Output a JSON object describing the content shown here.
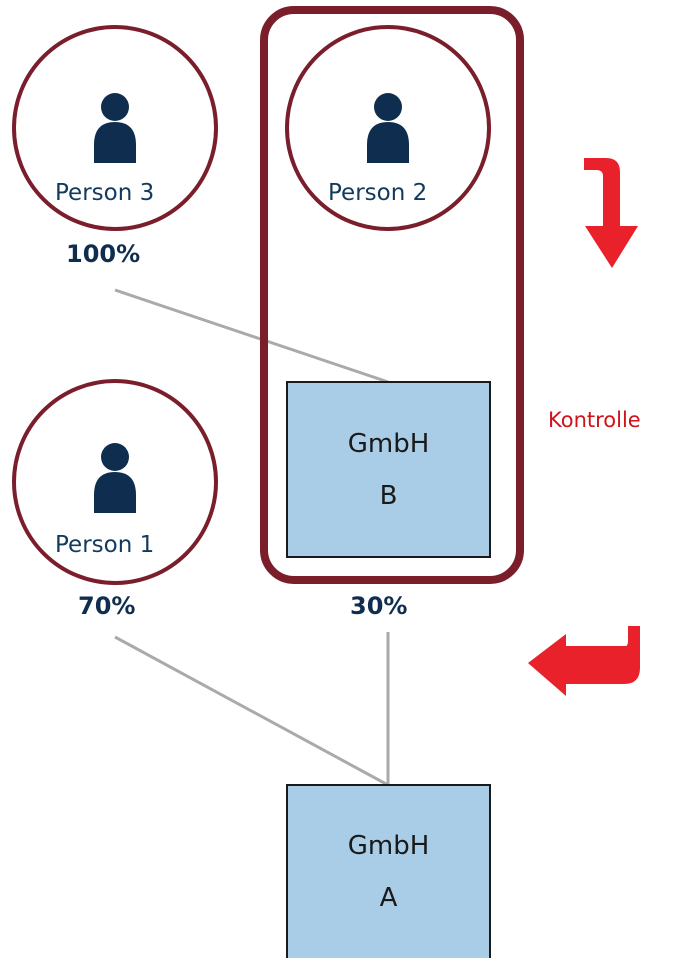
{
  "colors": {
    "circle_stroke": "#7a1e2b",
    "control_frame": "#7a1e2b",
    "person_icon": "#0f2e4f",
    "box_fill": "#a9cde6",
    "box_stroke": "#1a1a1a",
    "connector": "#aaaaaa",
    "arrow": "#e8212a",
    "kontrolle_text": "#d0121b"
  },
  "persons": {
    "person3": {
      "label": "Person 3",
      "share": "100%",
      "icon": "person-icon"
    },
    "person2": {
      "label": "Person 2",
      "icon": "person-icon"
    },
    "person1": {
      "label": "Person 1",
      "share": "70%",
      "icon": "person-icon"
    }
  },
  "companies": {
    "gmbh_b": {
      "line1": "GmbH",
      "line2": "B",
      "share": "30%"
    },
    "gmbh_a": {
      "line1": "GmbH",
      "line2": "A"
    }
  },
  "control": {
    "label": "Kontrolle"
  },
  "arrows": {
    "down": "arrow-down-icon",
    "left": "arrow-left-icon"
  }
}
